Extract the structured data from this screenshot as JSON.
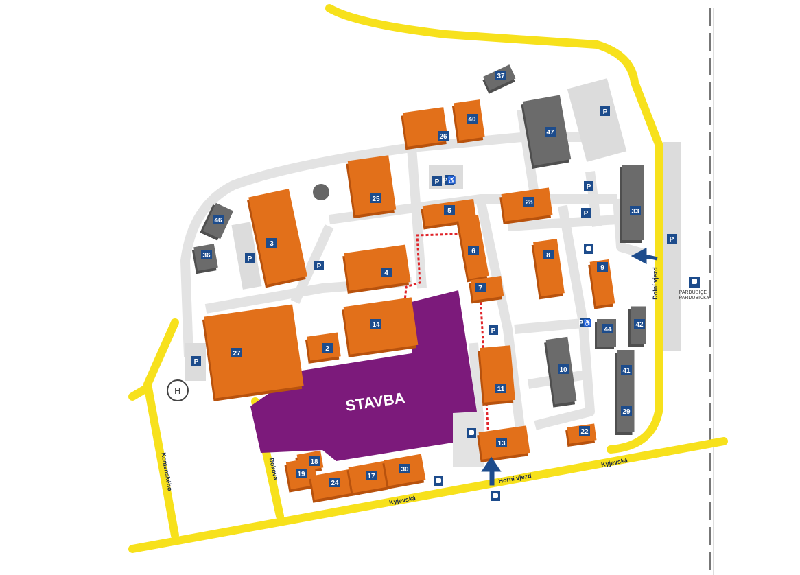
{
  "map": {
    "construction_label": "STAVBA",
    "colors": {
      "road": "#f7e11c",
      "building": "#e2701a",
      "building_side": "#b8520d",
      "service": "#6b6b6b",
      "construction": "#7c1a7b",
      "path": "#e2e2e2",
      "badge": "#1d4c8c"
    },
    "roads": [
      {
        "label": "Komenského"
      },
      {
        "label": "Bokova"
      },
      {
        "label": "Kyjevská"
      },
      {
        "label": "Kyjevská"
      },
      {
        "label": "Horní vjezd"
      },
      {
        "label": "Dolní vjezd"
      }
    ],
    "station": {
      "label_line1": "PARDUBICE -",
      "label_line2": "PARDUBIČKY",
      "icon": "train-icon"
    },
    "buildings": [
      {
        "number": "37",
        "type": "service"
      },
      {
        "number": "40",
        "type": "clinic"
      },
      {
        "number": "26",
        "type": "clinic"
      },
      {
        "number": "47",
        "type": "service"
      },
      {
        "number": "25",
        "type": "clinic"
      },
      {
        "number": "28",
        "type": "clinic"
      },
      {
        "number": "5",
        "type": "clinic"
      },
      {
        "number": "3",
        "type": "clinic"
      },
      {
        "number": "46",
        "type": "service"
      },
      {
        "number": "36",
        "type": "service"
      },
      {
        "number": "6",
        "type": "clinic"
      },
      {
        "number": "8",
        "type": "clinic"
      },
      {
        "number": "9",
        "type": "clinic"
      },
      {
        "number": "4",
        "type": "clinic"
      },
      {
        "number": "7",
        "type": "clinic"
      },
      {
        "number": "33",
        "type": "service"
      },
      {
        "number": "14",
        "type": "clinic"
      },
      {
        "number": "27",
        "type": "clinic"
      },
      {
        "number": "2",
        "type": "clinic"
      },
      {
        "number": "44",
        "type": "service"
      },
      {
        "number": "42",
        "type": "service"
      },
      {
        "number": "10",
        "type": "service"
      },
      {
        "number": "11",
        "type": "clinic"
      },
      {
        "number": "41",
        "type": "service"
      },
      {
        "number": "29",
        "type": "service"
      },
      {
        "number": "22",
        "type": "clinic"
      },
      {
        "number": "13",
        "type": "clinic"
      },
      {
        "number": "18",
        "type": "clinic"
      },
      {
        "number": "19",
        "type": "clinic"
      },
      {
        "number": "24",
        "type": "clinic"
      },
      {
        "number": "17",
        "type": "clinic"
      },
      {
        "number": "30",
        "type": "clinic"
      }
    ],
    "parking_label": "P"
  }
}
